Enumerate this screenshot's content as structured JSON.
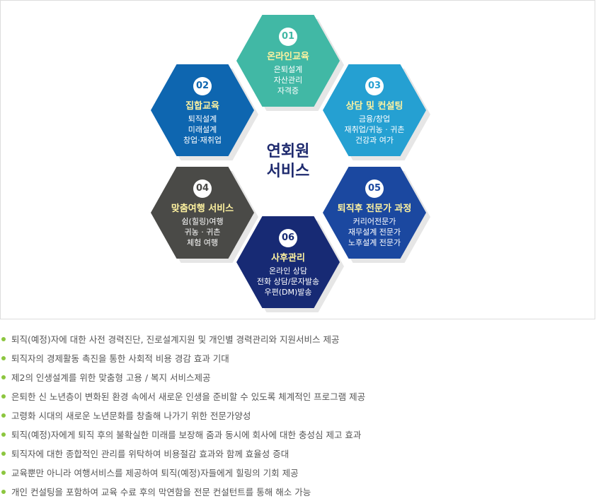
{
  "center_title": [
    "연회원",
    "서비스"
  ],
  "services": [
    {
      "num": "01",
      "title": "온라인교육",
      "lines": [
        "은퇴설계",
        "자산관리",
        "자격증"
      ],
      "color": "#41b8a5"
    },
    {
      "num": "02",
      "title": "집합교육",
      "lines": [
        "퇴직설계",
        "미래설계",
        "창업·재취업"
      ],
      "color": "#0e66b0"
    },
    {
      "num": "03",
      "title": "상담 및 컨설팅",
      "lines": [
        "금융/창업",
        "재취업/귀농 · 귀촌",
        "건강과 여가"
      ],
      "color": "#25a0d2"
    },
    {
      "num": "04",
      "title": "맞춤여행 서비스",
      "lines": [
        "쉼(힐링)여행",
        "귀농 · 귀촌",
        "체험 여행"
      ],
      "color": "#4a4a47"
    },
    {
      "num": "05",
      "title": "퇴직후 전문가 과정",
      "lines": [
        "커리어전문가",
        "재무설계 전문가",
        "노후설계 전문가"
      ],
      "color": "#1b48a0"
    },
    {
      "num": "06",
      "title": "사후관리",
      "lines": [
        "온라인 상담",
        "전화 상담/문자발송",
        "우편(DM)발송"
      ],
      "color": "#172a74"
    }
  ],
  "bullets": [
    "퇴직(예정)자에 대한 사전 경력진단, 진로설계지원 및 개인별 경력관리와 지원서비스 제공",
    "퇴직자의 경제활동 촉진을 통한 사회적 비용 경감 효과 기대",
    "제2의 인생설계를 위한 맞춤형 고용 / 복지 서비스제공",
    "은퇴한 신 노년층이 변화된 환경 속에서 새로운 인생을 준비할 수 있도록 체계적인 프로그램 제공",
    "고령화 시대의 새로운 노년문화를 창출해 나가기 위한 전문가양성",
    "퇴직(예정)자에게 퇴직 후의 불확실한 미래를 보장해 줌과 동시에 회사에 대한 충성심 제고 효과",
    "퇴직자에 대한 종합적인 관리를 위탁하여 비용절감 효과와 함께 효율성 증대",
    "교육뿐만 아니라 여행서비스를 제공하여 퇴직(예정)자들에게 힐링의 기회 제공",
    "개인 컨설팅을 포함하여 교육 수료 후의 막연함을 전문 컨설턴트를 통해 해소 가능"
  ]
}
